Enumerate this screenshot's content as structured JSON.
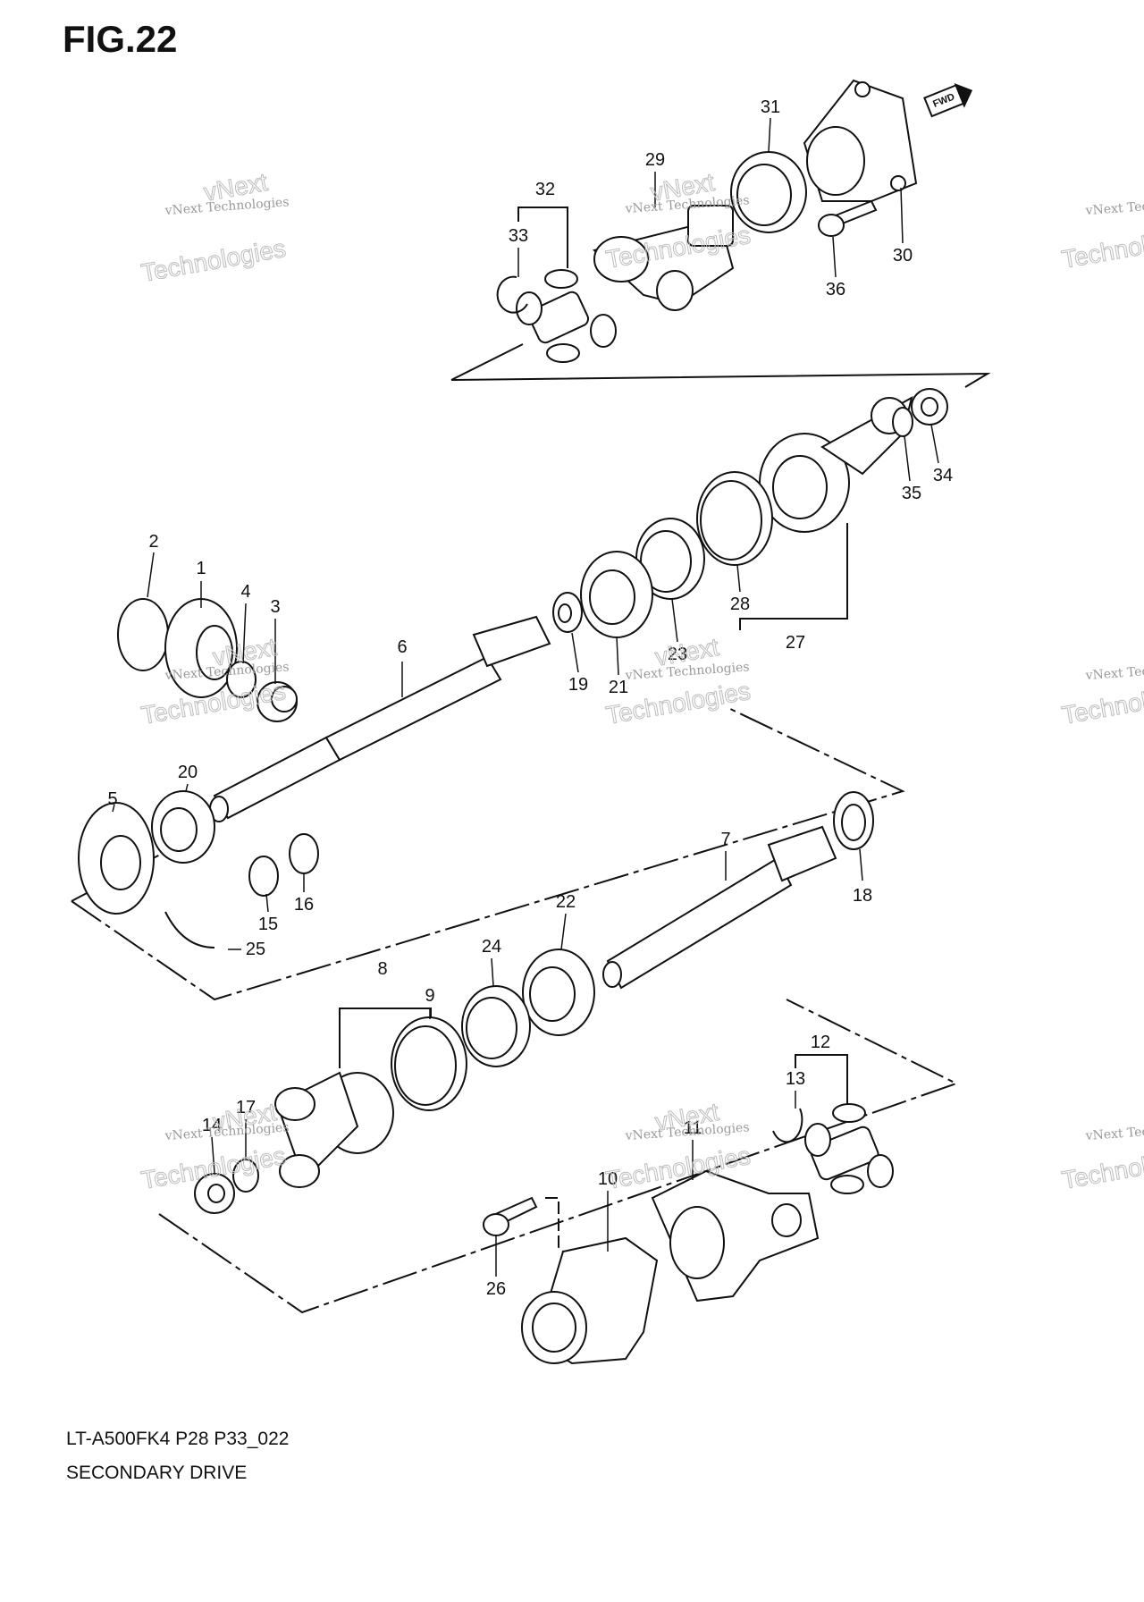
{
  "figure": {
    "title": "FIG.22",
    "model_code": "LT-A500FK4 P28 P33_022",
    "caption": "SECONDARY DRIVE",
    "fwd_label": "FWD"
  },
  "watermark": {
    "line1": "vNext Technologies",
    "line2": "vNext",
    "line3": "Technologies"
  },
  "callouts": [
    "1",
    "2",
    "3",
    "4",
    "5",
    "6",
    "7",
    "8",
    "9",
    "10",
    "11",
    "12",
    "13",
    "14",
    "15",
    "16",
    "17",
    "18",
    "19",
    "20",
    "21",
    "22",
    "23",
    "24",
    "25",
    "26",
    "27",
    "28",
    "29",
    "30",
    "31",
    "32",
    "33",
    "34",
    "35",
    "36"
  ],
  "icons": {
    "fwd": "forward-arrow-icon"
  }
}
